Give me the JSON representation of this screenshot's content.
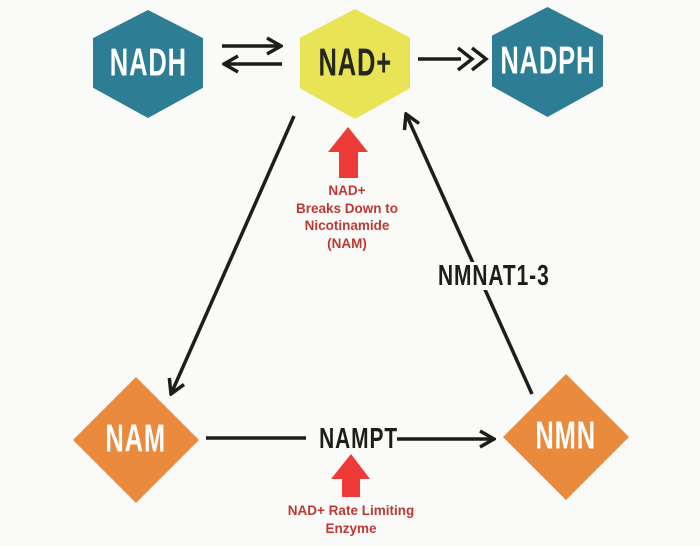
{
  "diagram": {
    "colors": {
      "bg": "#fafaf8",
      "teal": "#2d7d95",
      "yellow": "#e8e455",
      "orange": "#e98a3c",
      "red-arrow": "#ee3a36",
      "red-text": "#bd3a34",
      "line": "#1d1d1b",
      "nad-text": "#26261e"
    },
    "nodes": [
      {
        "id": "nadh",
        "label": "NADH",
        "shape": "hexagon",
        "fill": "#2d7d95",
        "text_color": "#ffffff"
      },
      {
        "id": "nad",
        "label": "NAD+",
        "shape": "hexagon",
        "fill": "#e8e455",
        "text_color": "#26261e"
      },
      {
        "id": "nadph",
        "label": "NADPH",
        "shape": "hexagon",
        "fill": "#2d7d95",
        "text_color": "#ffffff"
      },
      {
        "id": "nam",
        "label": "NAM",
        "shape": "diamond",
        "fill": "#e98a3c",
        "text_color": "#ffffff"
      },
      {
        "id": "nmn",
        "label": "NMN",
        "shape": "diamond",
        "fill": "#e98a3c",
        "text_color": "#ffffff"
      }
    ],
    "edge_labels": [
      {
        "id": "nmnat",
        "label": "NMNAT1-3"
      },
      {
        "id": "nampt",
        "label": "NAMPT"
      }
    ],
    "annotations": [
      {
        "id": "nad-breakdown",
        "lines": [
          "NAD+",
          "Breaks Down to",
          "Nicotinamide",
          "(NAM)"
        ],
        "color": "#bd3a34",
        "points_at": "NAD+"
      },
      {
        "id": "rate-limiting",
        "lines": [
          "NAD+ Rate Limiting",
          "Enzyme"
        ],
        "color": "#bd3a34",
        "points_at": "NAMPT"
      }
    ],
    "arrows": [
      {
        "from": "NADH",
        "to": "NAD+",
        "style": "single-head"
      },
      {
        "from": "NAD+",
        "to": "NADH",
        "style": "single-head"
      },
      {
        "from": "NAD+",
        "to": "NADPH",
        "style": "double-chevron-head"
      },
      {
        "from": "NAD+",
        "to": "NAM",
        "style": "single-head"
      },
      {
        "from": "NMN",
        "to": "NAD+",
        "style": "single-head",
        "via_label": "NMNAT1-3"
      },
      {
        "from": "NAM",
        "to": "NAMPT",
        "style": "plain-line"
      },
      {
        "from": "NAMPT",
        "to": "NMN",
        "style": "single-head"
      }
    ]
  }
}
